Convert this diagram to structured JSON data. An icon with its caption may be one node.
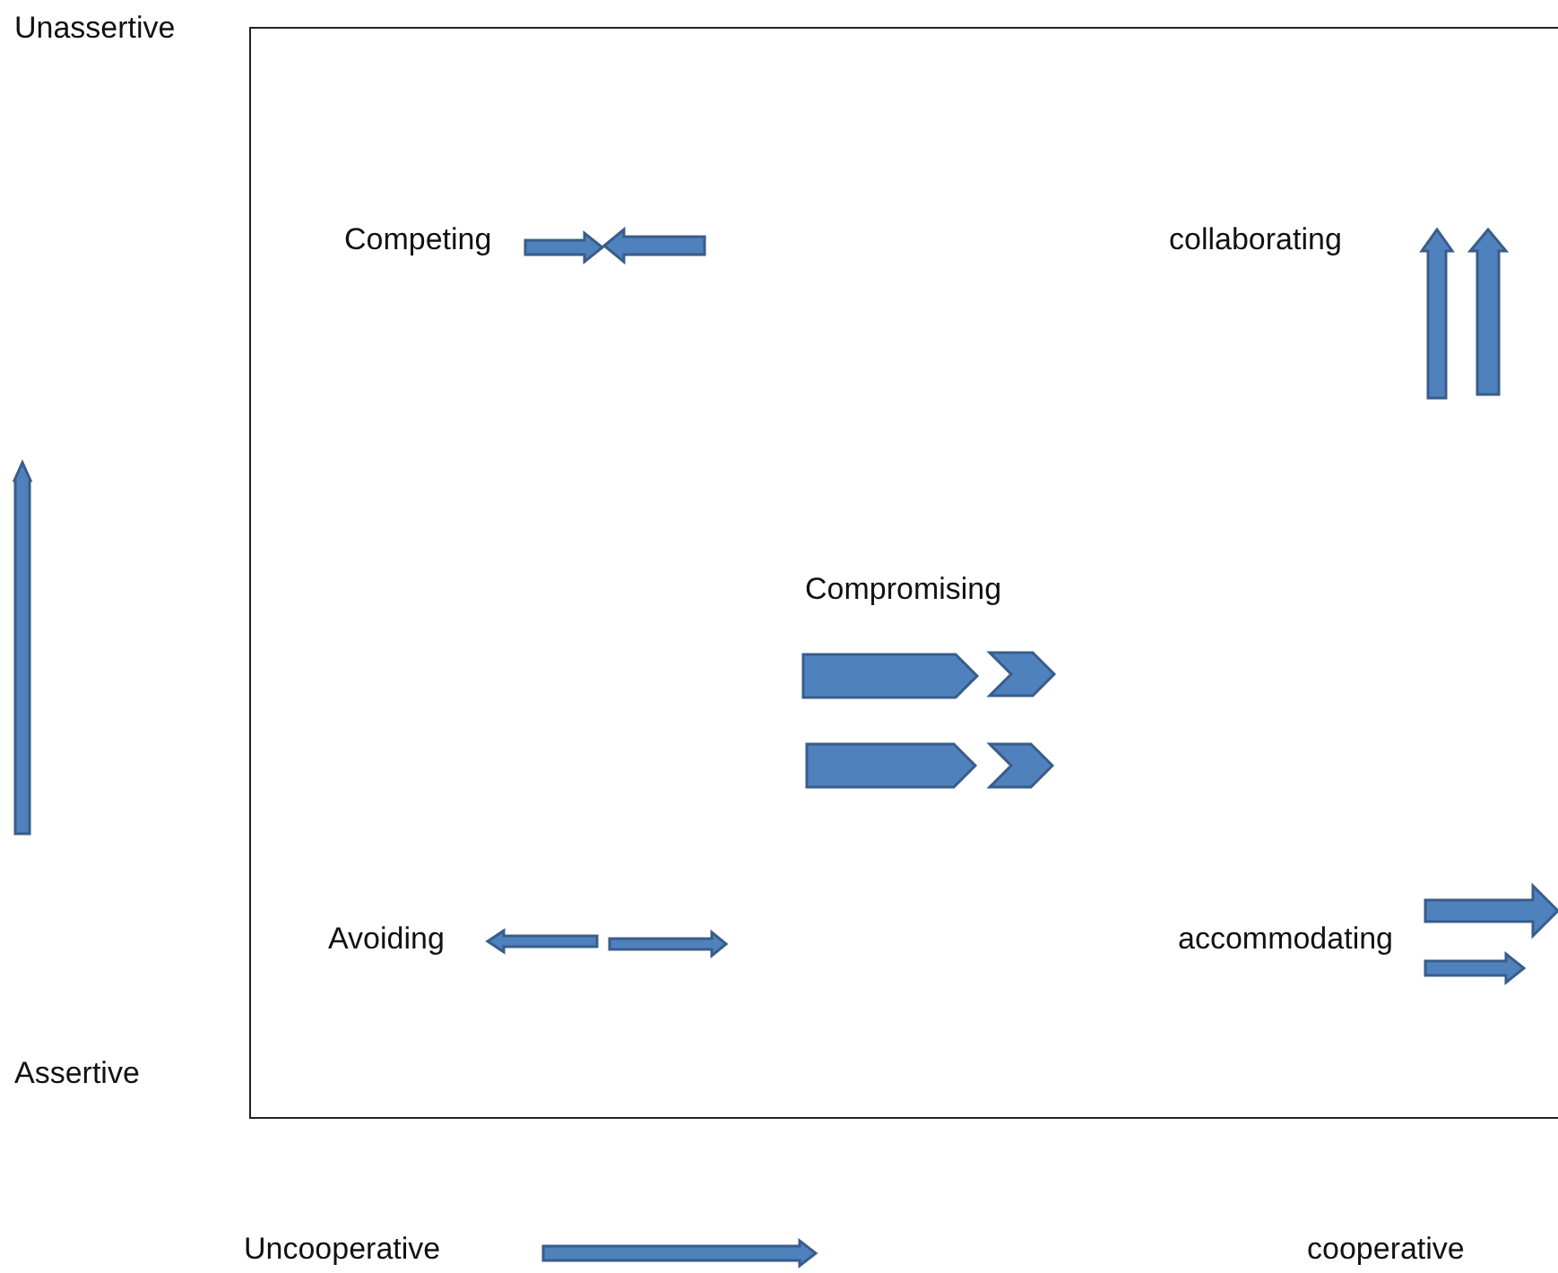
{
  "diagram": {
    "labels": [
      "Unassertive",
      "Competing",
      "collaborating",
      "Compromising",
      "Avoiding",
      "accommodating",
      "Assertive",
      "Uncooperative",
      "cooperative"
    ]
  }
}
